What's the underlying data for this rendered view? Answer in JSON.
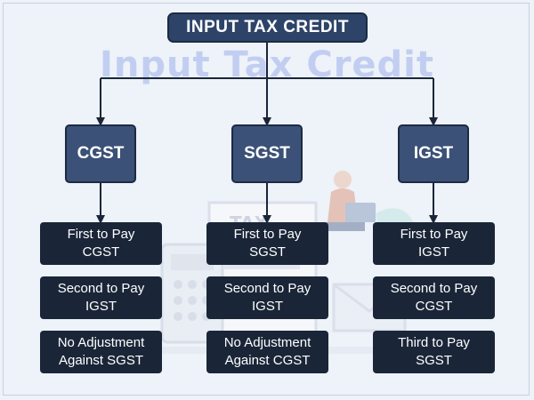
{
  "title": "INPUT TAX CREDIT",
  "watermark": "Input Tax Credit",
  "illustration_label": "TAX",
  "columns": [
    {
      "header": "CGST",
      "rules": [
        {
          "line1": "First to Pay",
          "line2": "CGST"
        },
        {
          "line1": "Second to Pay",
          "line2": "IGST"
        },
        {
          "line1": "No Adjustment",
          "line2": "Against SGST"
        }
      ]
    },
    {
      "header": "SGST",
      "rules": [
        {
          "line1": "First to Pay",
          "line2": "SGST"
        },
        {
          "line1": "Second to Pay",
          "line2": "IGST"
        },
        {
          "line1": "No Adjustment",
          "line2": "Against CGST"
        }
      ]
    },
    {
      "header": "IGST",
      "rules": [
        {
          "line1": "First to Pay",
          "line2": "IGST"
        },
        {
          "line1": "Second to Pay",
          "line2": "CGST"
        },
        {
          "line1": "Third to Pay",
          "line2": "SGST"
        }
      ]
    }
  ],
  "colors": {
    "background": "#eef2f9",
    "title_box": "#2d4468",
    "header_box": "#3b5177",
    "rule_box": "#1a2638",
    "connector": "#1a2638",
    "watermark": "#b4c2ef"
  }
}
